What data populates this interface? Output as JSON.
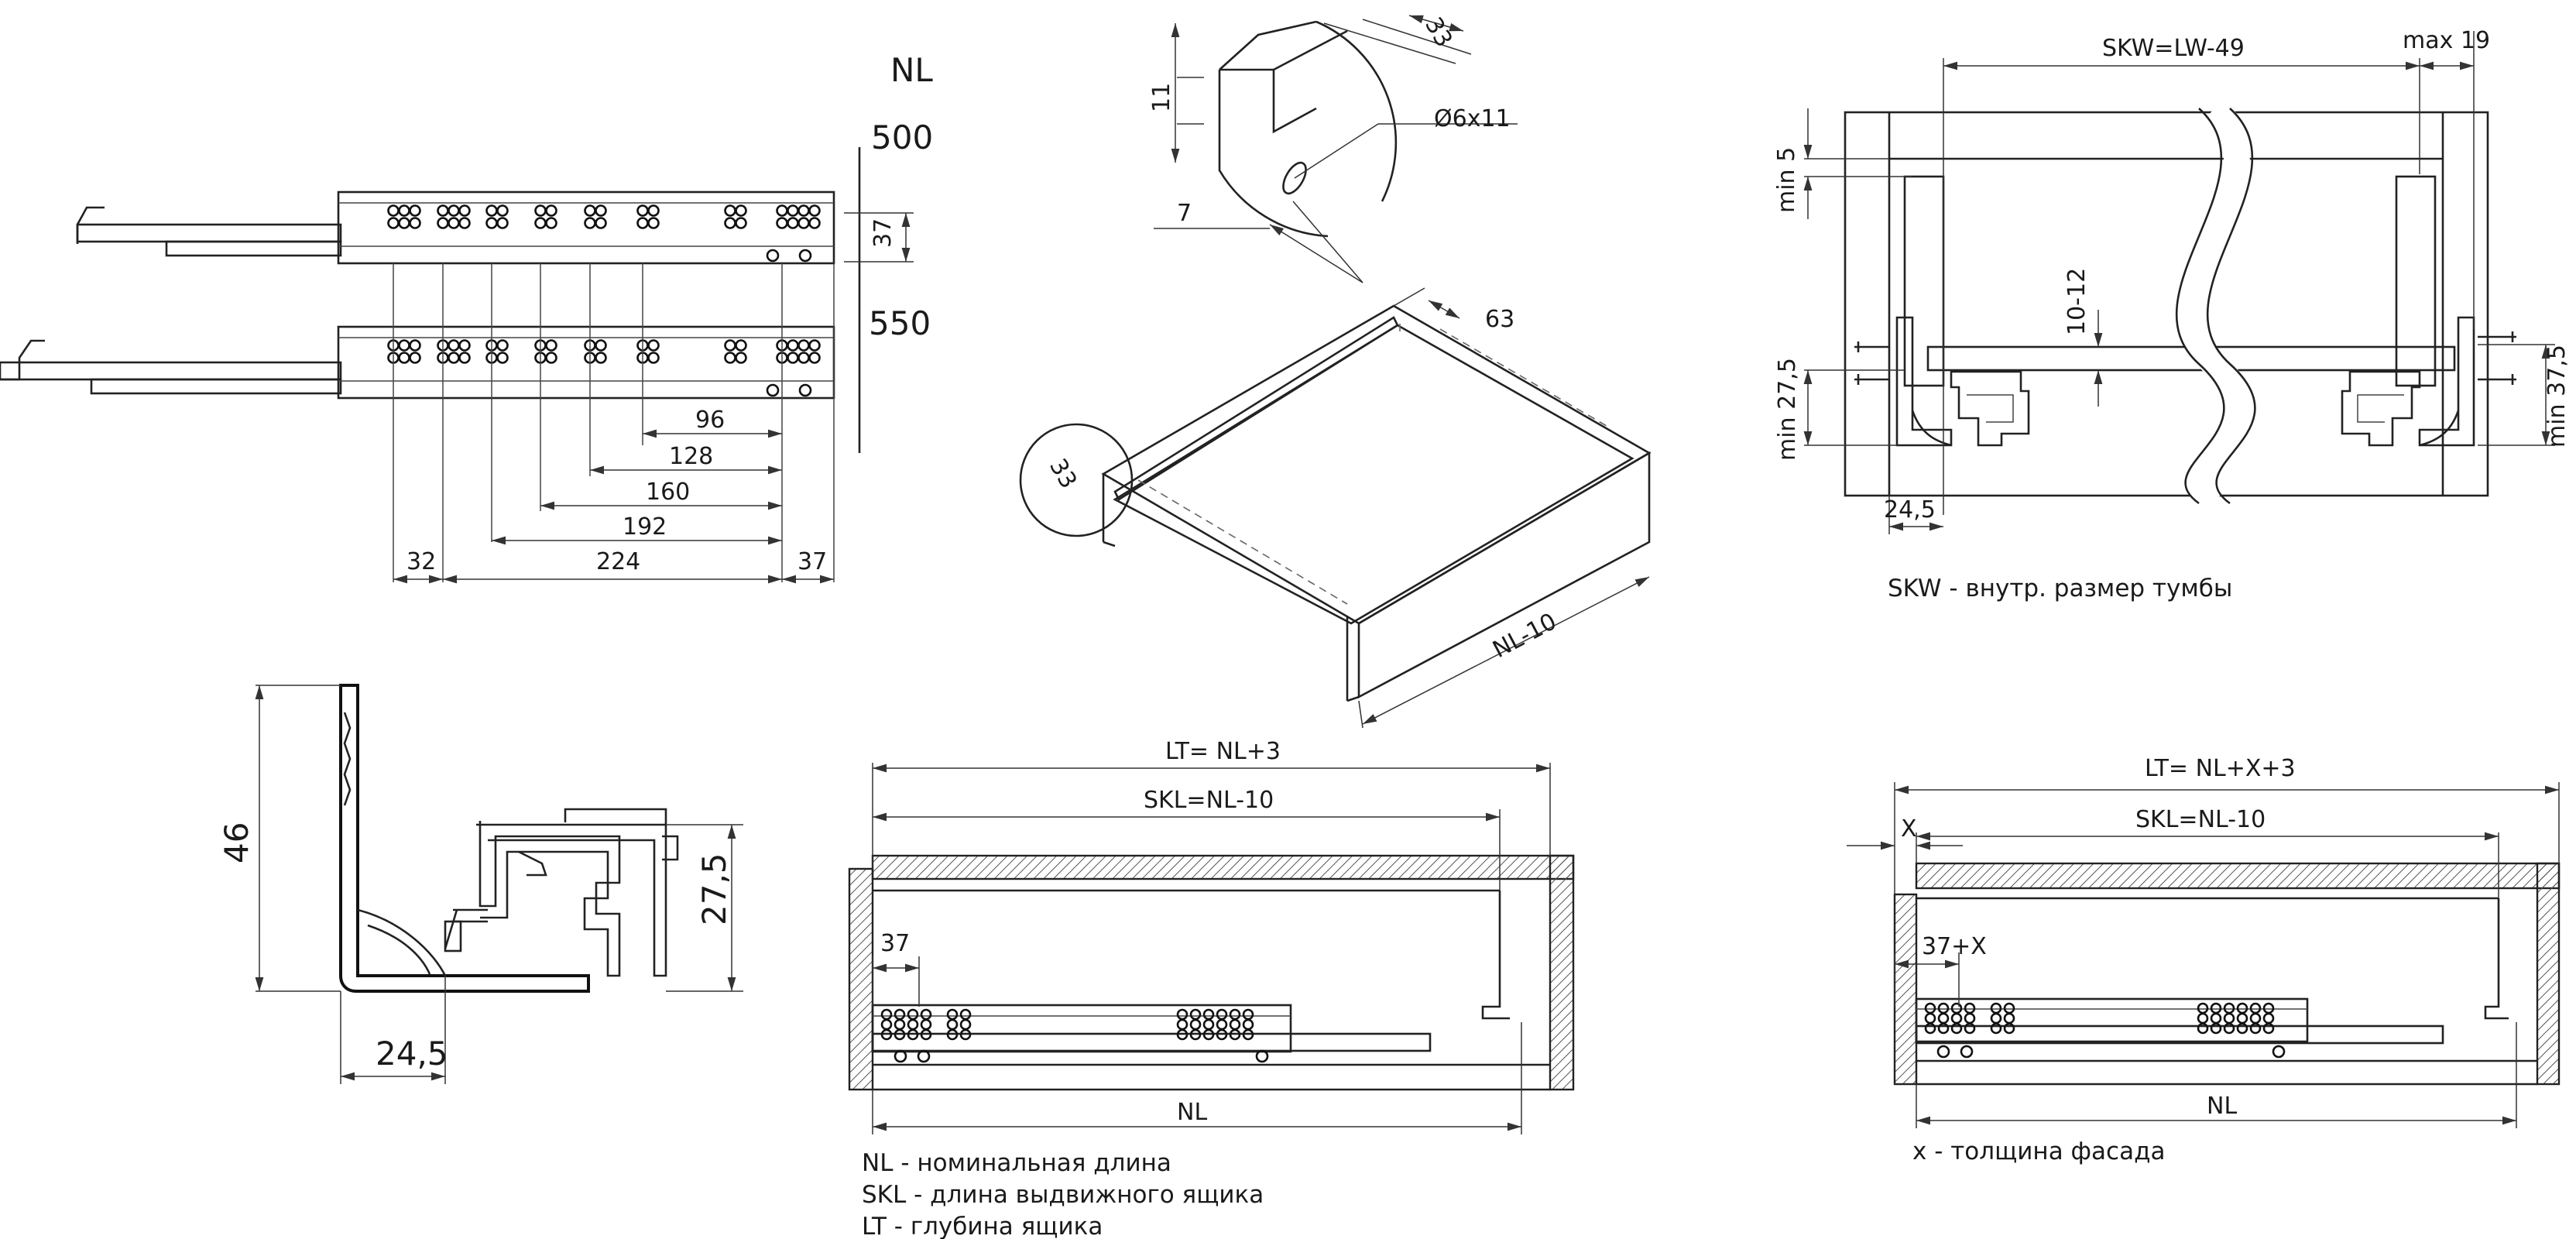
{
  "slide": {
    "nl_header": "NL",
    "len_500": "500",
    "len_550": "550",
    "d37_right": "37",
    "d96": "96",
    "d128": "128",
    "d160": "160",
    "d192": "192",
    "d32": "32",
    "d224": "224",
    "d37_bottom": "37"
  },
  "detail": {
    "d33": "33",
    "d11": "11",
    "hole": "Ø6x11",
    "d7": "7"
  },
  "drawer": {
    "d63": "63",
    "d33": "33",
    "nl10": "NL-10"
  },
  "section": {
    "skw": "SKW=LW-49",
    "max19": "max 19",
    "min5": "min 5",
    "d10_12": "10-12",
    "min275": "min 27,5",
    "min375": "min 37,5",
    "d245": "24,5",
    "note": "SKW - внутр. размер тумбы"
  },
  "profile": {
    "h46": "46",
    "h275": "27,5",
    "w245": "24,5"
  },
  "middle": {
    "lt": "LT= NL+3",
    "skl": "SKL=NL-10",
    "d37": "37",
    "nl": "NL",
    "legend1": "NL - номинальная длина",
    "legend2": "SKL - длина выдвижного ящика",
    "legend3": "LT - глубина ящика"
  },
  "right": {
    "lt": "LT= NL+X+3",
    "x": "X",
    "skl": "SKL=NL-10",
    "d37x": "37+X",
    "nl": "NL",
    "note": "x - толщина фасада"
  },
  "colors": {
    "line": "#222222",
    "hatch": "#555555",
    "background": "#ffffff"
  }
}
